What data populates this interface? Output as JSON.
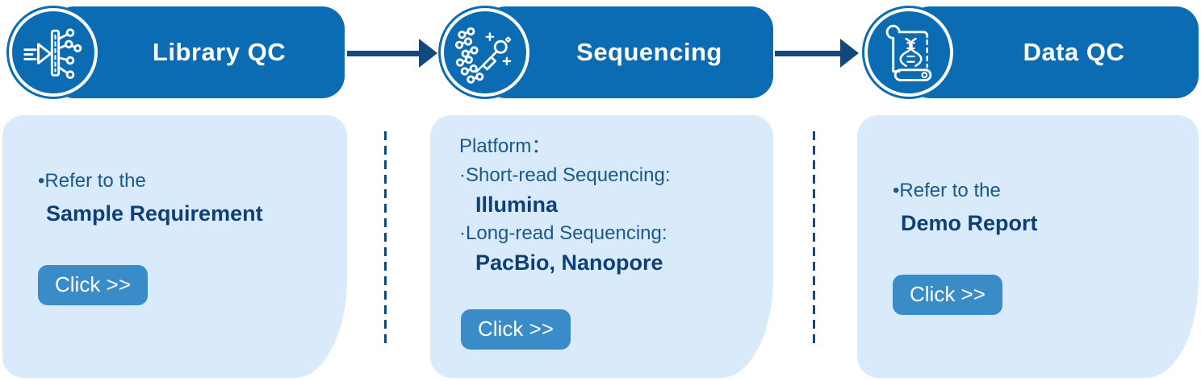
{
  "palette": {
    "header_blue": "#0b6cb4",
    "arrow_navy": "#11497e",
    "card_bg": "#d9eafb",
    "button_blue": "#3a8cc9",
    "text_blue": "#1a5888",
    "text_navy": "#0e4076",
    "title_text": "#ffffff"
  },
  "stages": [
    {
      "id": "library-qc",
      "title": "Library QC",
      "icon": "library-qc-icon",
      "card": {
        "lines": [
          {
            "text": "•Refer to the",
            "style": "regular"
          },
          {
            "text": "Sample Requirement",
            "style": "bold"
          }
        ],
        "button_label": "Click >>"
      }
    },
    {
      "id": "sequencing",
      "title": "Sequencing",
      "icon": "sequencing-icon",
      "card": {
        "lines": [
          {
            "text": "Platform：",
            "style": "regular"
          },
          {
            "text": "·Short-read Sequencing:",
            "style": "regular"
          },
          {
            "text": "Illumina",
            "style": "bold"
          },
          {
            "text": "·Long-read Sequencing:",
            "style": "regular"
          },
          {
            "text": "PacBio, Nanopore",
            "style": "bold"
          }
        ],
        "button_label": "Click >>"
      }
    },
    {
      "id": "data-qc",
      "title": "Data QC",
      "icon": "data-qc-icon",
      "card": {
        "lines": [
          {
            "text": "•Refer to the",
            "style": "regular"
          },
          {
            "text": "Demo Report",
            "style": "bold"
          }
        ],
        "button_label": "Click >>"
      }
    }
  ]
}
